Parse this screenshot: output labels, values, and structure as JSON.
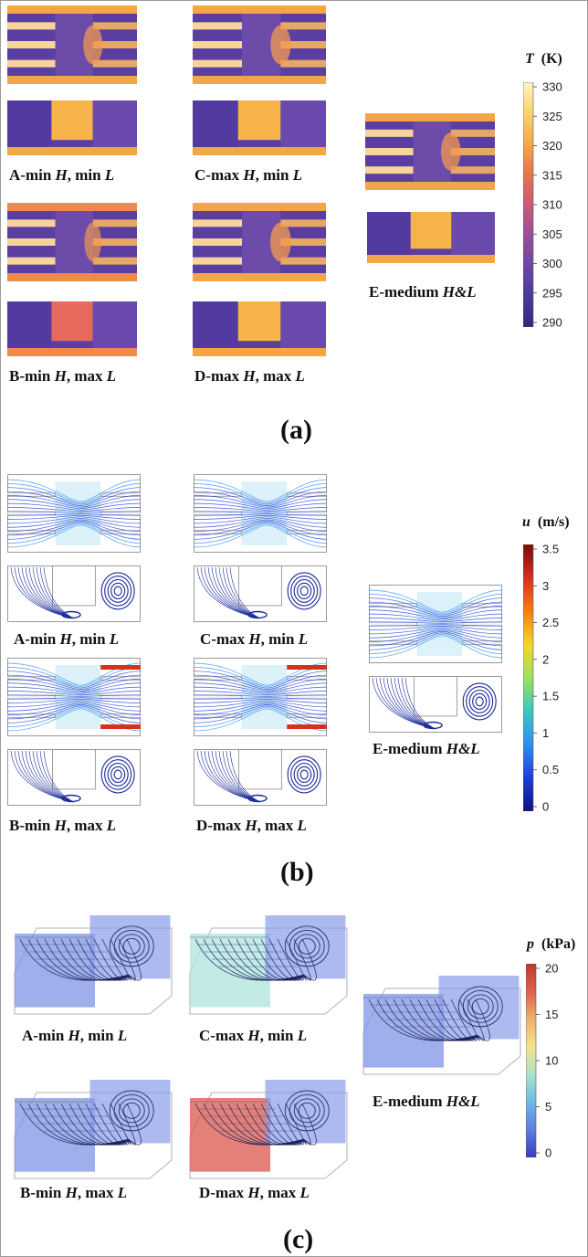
{
  "panel_a": {
    "label": "(a)",
    "cases": {
      "A": {
        "label_prefix": "A-min ",
        "var1": "H",
        "mid": ", min ",
        "var2": "L"
      },
      "B": {
        "label_prefix": "B-min ",
        "var1": "H",
        "mid": ", max ",
        "var2": "L"
      },
      "C": {
        "label_prefix": "C-max ",
        "var1": "H",
        "mid": ", min ",
        "var2": "L"
      },
      "D": {
        "label_prefix": "D-max ",
        "var1": "H",
        "mid": ", max ",
        "var2": "L"
      },
      "E": {
        "label_prefix": "E-medium ",
        "var1": "H&L"
      }
    },
    "colorbar": {
      "symbol": "T",
      "unit": "(K)",
      "ticks": [
        "330",
        "325",
        "320",
        "315",
        "310",
        "305",
        "300",
        "295",
        "290"
      ],
      "colors": [
        "#fdf6c8",
        "#fbd36a",
        "#f5a84a",
        "#e8744e",
        "#c85a78",
        "#9a4f97",
        "#6d46a6",
        "#4a3a98",
        "#2e2a7e"
      ]
    }
  },
  "panel_b": {
    "label": "(b)",
    "cases": {
      "A": {
        "label_prefix": "A-min ",
        "var1": "H",
        "mid": ", min ",
        "var2": "L"
      },
      "B": {
        "label_prefix": "B-min ",
        "var1": "H",
        "mid": ", max ",
        "var2": "L"
      },
      "C": {
        "label_prefix": "C-max ",
        "var1": "H",
        "mid": ", min ",
        "var2": "L"
      },
      "D": {
        "label_prefix": "D-max ",
        "var1": "H",
        "mid": ", max ",
        "var2": "L"
      },
      "E": {
        "label_prefix": "E-medium ",
        "var1": "H&L"
      }
    },
    "colorbar": {
      "symbol": "u",
      "unit": "(m/s)",
      "ticks": [
        "3.5",
        "3",
        "2.5",
        "2",
        "1.5",
        "1",
        "0.5",
        "0"
      ],
      "colors": [
        "#7a0a0a",
        "#d7301f",
        "#f57d15",
        "#f6d52a",
        "#9be15d",
        "#3dc7c3",
        "#2f8ef0",
        "#1c3fd6",
        "#101080"
      ]
    }
  },
  "panel_c": {
    "label": "(c)",
    "cases": {
      "A": {
        "label_prefix": "A-min ",
        "var1": "H",
        "mid": ", min ",
        "var2": "L"
      },
      "B": {
        "label_prefix": "B-min ",
        "var1": "H",
        "mid": ", max ",
        "var2": "L"
      },
      "C": {
        "label_prefix": "C-max ",
        "var1": "H",
        "mid": ", min ",
        "var2": "L"
      },
      "D": {
        "label_prefix": "D-max ",
        "var1": "H",
        "mid": ", max ",
        "var2": "L"
      },
      "E": {
        "label_prefix": "E-medium ",
        "var1": "H&L"
      }
    },
    "colorbar": {
      "symbol": "p",
      "unit": "(kPa)",
      "ticks": [
        "20",
        "15",
        "10",
        "5",
        "0"
      ],
      "colors": [
        "#c0392b",
        "#e0604a",
        "#f0b16a",
        "#f5e38a",
        "#a9e3c8",
        "#6fb8e8",
        "#5b7fe0",
        "#3a3cc0"
      ]
    }
  },
  "colors": {
    "hot_plate": "#f6b04a",
    "cool_fluid": "#5b3fa0",
    "fluid_mid": "#7a56b0",
    "streamline": "#1a2a9a",
    "box_fill": "#7f94e6",
    "box_fill_c": "#aee4dc",
    "box_fill_d": "#d9574c"
  }
}
